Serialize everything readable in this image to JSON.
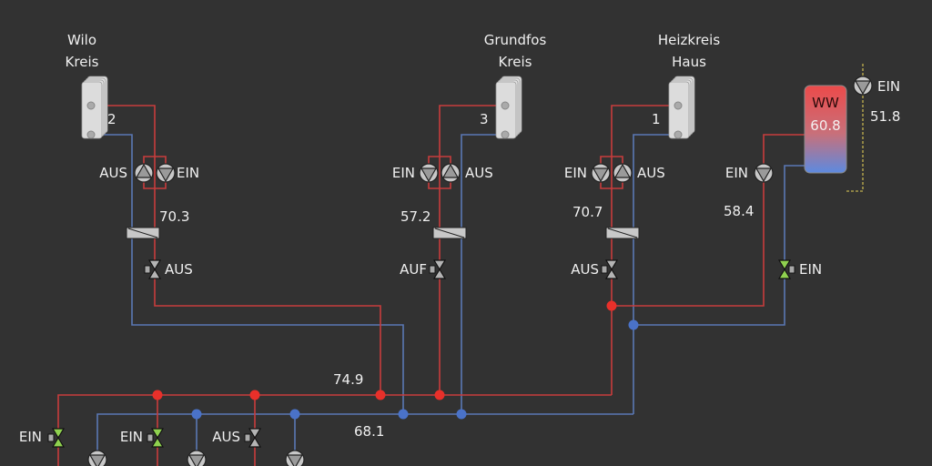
{
  "colors": {
    "background": "#323232",
    "supply": "#c83c3c",
    "return": "#5a78b4",
    "node_supply": "#e8302a",
    "node_return": "#4a72c8",
    "valve_open": "#8fd14f",
    "valve_closed": "#b4b4b4",
    "component": "#c8c8c8",
    "dhw_line": "#a89a4a"
  },
  "circuits": [
    {
      "id": "wilo",
      "title_line1": "Wilo",
      "title_line2": "Kreis",
      "number": "2",
      "pump_left": "AUS",
      "pump_right": "EIN",
      "temperature": "70.3",
      "valve": "AUS"
    },
    {
      "id": "grundfos",
      "title_line1": "Grundfos",
      "title_line2": "Kreis",
      "number": "3",
      "pump_left": "EIN",
      "pump_right": "AUS",
      "temperature": "57.2",
      "valve": "AUF"
    },
    {
      "id": "haus",
      "title_line1": "Heizkreis",
      "title_line2": "Haus",
      "number": "1",
      "pump_left": "EIN",
      "pump_right": "AUS",
      "temperature": "70.7",
      "valve": "AUS"
    }
  ],
  "dhw": {
    "tank_label": "WW",
    "tank_temperature": "60.8",
    "circulation_pump": "EIN",
    "circulation_temperature": "51.8",
    "charge_pump": "EIN",
    "charge_temperature": "58.4",
    "valve": "EIN"
  },
  "header": {
    "supply_temperature": "74.9",
    "return_temperature": "68.1"
  },
  "sources": [
    {
      "valve": "EIN"
    },
    {
      "valve": "EIN"
    },
    {
      "valve": "AUS"
    }
  ],
  "icons": {
    "radiator": "radiator-icon",
    "pump": "pump-icon",
    "valve": "valve-icon",
    "mixer": "mixing-valve-icon",
    "tank": "hot-water-tank-icon",
    "node": "pipe-junction-icon"
  }
}
